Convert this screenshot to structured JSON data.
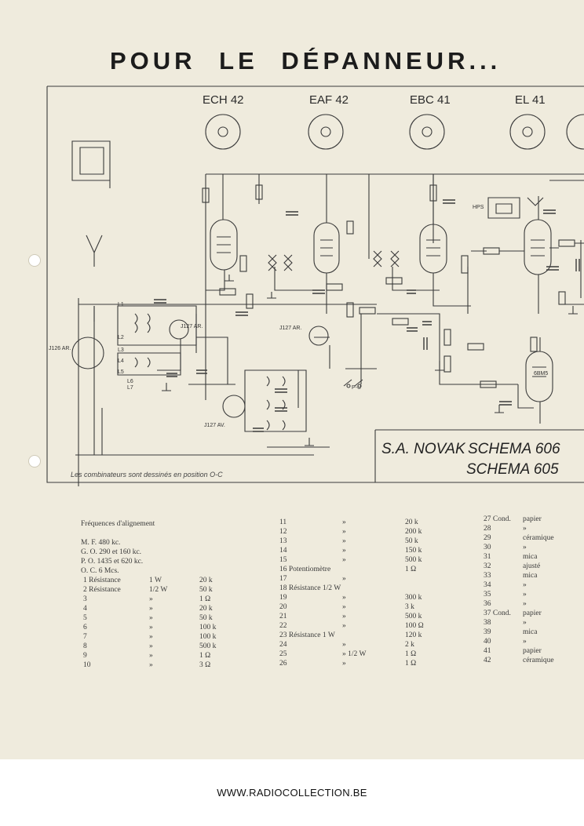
{
  "title": "POUR LE DÉPANNEUR...",
  "tubes": [
    "ECH 42",
    "EAF 42",
    "EBC 41",
    "EL 41"
  ],
  "schematic": {
    "maker": "S.A. NOVAK",
    "schema": "SCHEMA 606",
    "schema2": "SCHEMA 605",
    "note": "Les combinateurs sont dessinés en position O-C",
    "labels": [
      "L1",
      "L2",
      "L3",
      "L4",
      "L5",
      "L6",
      "L7",
      "J127 AR.",
      "J127 AR.",
      "J127 AV.",
      "J126 AR.",
      "P-U",
      "HPS",
      "6BM5"
    ]
  },
  "frequencies": {
    "heading": "Fréquences d'alignement",
    "lines": [
      "M. F. 480 kc.",
      "G. O. 290 et 160 kc.",
      "P. O. 1435 et 620 kc.",
      "O. C. 6 Mcs."
    ]
  },
  "parts_col1": [
    [
      "1 Résistance",
      "1 W",
      "20 k"
    ],
    [
      "2 Résistance",
      "1/2 W",
      "50 k"
    ],
    [
      "3",
      "»",
      "1 Ω"
    ],
    [
      "4",
      "»",
      "20 k"
    ],
    [
      "5",
      "»",
      "50 k"
    ],
    [
      "6",
      "»",
      "100 k"
    ],
    [
      "7",
      "»",
      "100 k"
    ],
    [
      "8",
      "»",
      "500 k"
    ],
    [
      "9",
      "»",
      "1 Ω"
    ],
    [
      "10",
      "»",
      "3 Ω"
    ]
  ],
  "parts_col2": [
    [
      "11",
      "»",
      "20 k"
    ],
    [
      "12",
      "»",
      "200 k"
    ],
    [
      "13",
      "»",
      "50 k"
    ],
    [
      "14",
      "»",
      "150 k"
    ],
    [
      "15",
      "»",
      "500 k"
    ],
    [
      "16 Potentiomètre",
      "",
      "1 Ω"
    ],
    [
      "17",
      "»",
      ""
    ],
    [
      "18 Résistance 1/2 W",
      "",
      ""
    ],
    [
      "19",
      "»",
      "300 k"
    ],
    [
      "20",
      "»",
      "3 k"
    ],
    [
      "21",
      "»",
      "500 k"
    ],
    [
      "22",
      "»",
      "100 Ω"
    ],
    [
      "23 Résistance 1 W",
      "",
      "120 k"
    ],
    [
      "24",
      "»",
      "2 k"
    ],
    [
      "25",
      "» 1/2 W",
      "1 Ω"
    ],
    [
      "26",
      "»",
      "1 Ω"
    ]
  ],
  "parts_col3": [
    [
      "27 Cond.",
      "papier"
    ],
    [
      "28",
      "»"
    ],
    [
      "29",
      "céramique"
    ],
    [
      "30",
      "»"
    ],
    [
      "31",
      "mica"
    ],
    [
      "32",
      "ajusté"
    ],
    [
      "33",
      "mica"
    ],
    [
      "34",
      "»"
    ],
    [
      "35",
      "»"
    ],
    [
      "36",
      "»"
    ],
    [
      "37 Cond.",
      "papier"
    ],
    [
      "38",
      "»"
    ],
    [
      "39",
      "mica"
    ],
    [
      "40",
      "»"
    ],
    [
      "41",
      "papier"
    ],
    [
      "42",
      "céramique"
    ]
  ],
  "footer": "WWW.RADIOCOLLECTION.BE"
}
